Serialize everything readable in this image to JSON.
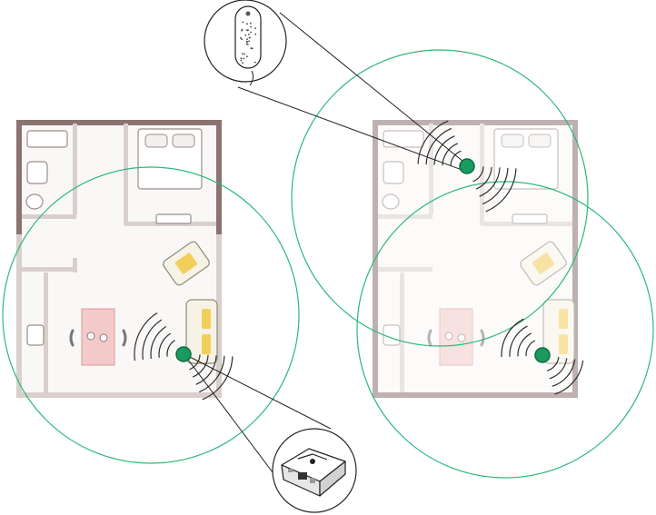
{
  "diagram": {
    "type": "wifi-mesh-coverage-illustration",
    "panels": [
      {
        "name": "single-router",
        "nodes": 1
      },
      {
        "name": "router-plus-satellite",
        "nodes": 2
      }
    ]
  },
  "colors": {
    "wall": "#8a7370",
    "wall_fill": "#e9e1df",
    "floor": "#faf8f7",
    "coverage_stroke": "#2db87a",
    "device": "#1a9a5f",
    "device_ring": "#0b6b3e",
    "signal_arc": "#2e2e2e",
    "table": "#f4c9c9",
    "sofa": "#f6f3e6",
    "sofa_cushion": "#f2cf5b",
    "callout_line": "#222222"
  },
  "icons": {
    "router": "router-device-icon",
    "satellite": "mesh-satellite-icon"
  }
}
